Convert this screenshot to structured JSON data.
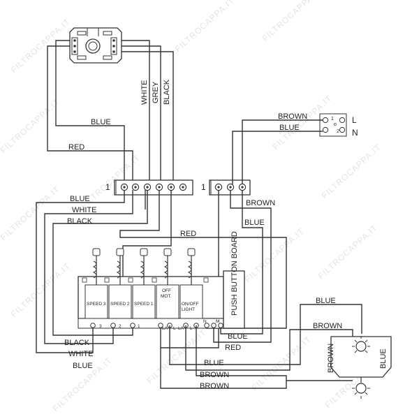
{
  "watermark": "FILTROCAPPA.IT",
  "motor": {
    "icon": "motor-connector-icon"
  },
  "wire_labels": {
    "motor_white": "WHITE",
    "motor_grey": "GREY",
    "motor_black": "BLACK",
    "motor_blue": "BLUE",
    "motor_red": "RED",
    "mains_brown": "BROWN",
    "mains_blue": "BLUE",
    "tb1_blue": "BLUE",
    "tb1_white": "WHITE",
    "tb1_black": "BLACK",
    "tb2_brown": "BROWN",
    "tb2_blue": "BLUE",
    "red_long": "RED",
    "board_black": "BLACK",
    "board_white": "WHITE",
    "board_blue": "BLUE",
    "board_blue_right": "BLUE",
    "board_red_right": "RED",
    "lamp_blue_bottom": "BLUE",
    "lamp_brown_bottom1": "BROWN",
    "lamp_brown_bottom2": "BROWN",
    "lamp_blue_top": "BLUE",
    "lamp_brown_top": "BROWN",
    "lamp_brown_side": "BROWN",
    "lamp_blue_side": "BLUE"
  },
  "terminal_block_1": {
    "label": "1"
  },
  "terminal_block_2": {
    "label": "1"
  },
  "mains": {
    "live": "L",
    "neutral": "N",
    "pin1": "1",
    "pin2": "2",
    "pin_o": "o"
  },
  "push_button_board": {
    "title": "PUSH BUTTON BOARD",
    "buttons": [
      {
        "label_line1": "SPEED 3",
        "label_line2": ""
      },
      {
        "label_line1": "SPEED 2",
        "label_line2": ""
      },
      {
        "label_line1": "SPEED 1",
        "label_line2": ""
      },
      {
        "label_line1": "OFF",
        "label_line2": "MOT."
      },
      {
        "label_line1": "ON/OFF",
        "label_line2": "LIGHT"
      }
    ],
    "terminals": [
      "3",
      "2",
      "1",
      "LA",
      "L",
      "LA",
      "L",
      "N",
      "M"
    ]
  },
  "lamps": {
    "icon": "light-bulb-icon"
  }
}
